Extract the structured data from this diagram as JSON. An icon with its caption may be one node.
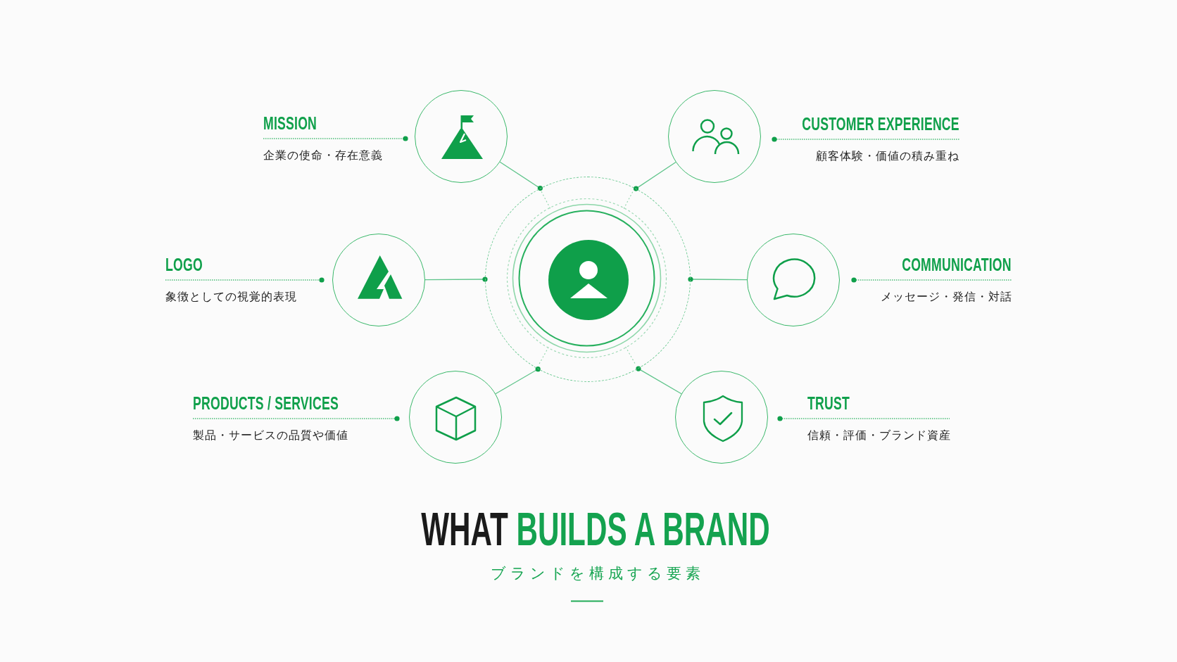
{
  "diagram": {
    "title": "WHAT BUILDS A BRAND",
    "nodes": [
      {
        "text": [],
        "shape": "circle",
        "beside": [
          "MISSION",
          "企業の使命・存在意義"
        ]
      },
      {
        "text": [],
        "shape": "circle",
        "beside": [
          "CUSTOMER EXPERIENCE",
          "顧客体験・価値の積み重ね"
        ]
      },
      {
        "text": [],
        "shape": "circle",
        "beside": [
          "LOGO",
          "象徴としての視覚的表現"
        ]
      },
      {
        "text": [],
        "shape": "circle"
      },
      {
        "text": [],
        "shape": "circle",
        "beside": [
          "COMMUNICATION",
          "メッセージ・発信・対話"
        ]
      },
      {
        "text": [],
        "shape": "circle",
        "beside": [
          "PRODUCTS / SERVICES",
          "製品・サービスの品質や価値"
        ]
      },
      {
        "text": [],
        "shape": "circle",
        "beside": [
          "TRUST",
          "信頼・評価・ブランド資産"
        ]
      }
    ],
    "edges": [
      {
        "from": 3,
        "to": 0,
        "arrow": "other"
      },
      {
        "from": 3,
        "to": 1,
        "arrow": "other"
      },
      {
        "from": 3,
        "to": 2,
        "arrow": "other"
      },
      {
        "from": 3,
        "to": 4,
        "arrow": "other"
      },
      {
        "from": 3,
        "to": 5,
        "arrow": "other"
      },
      {
        "from": 3,
        "to": 6,
        "arrow": "other"
      }
    ],
    "labels": [
      "ブランドを構成する要素"
    ]
  }
}
